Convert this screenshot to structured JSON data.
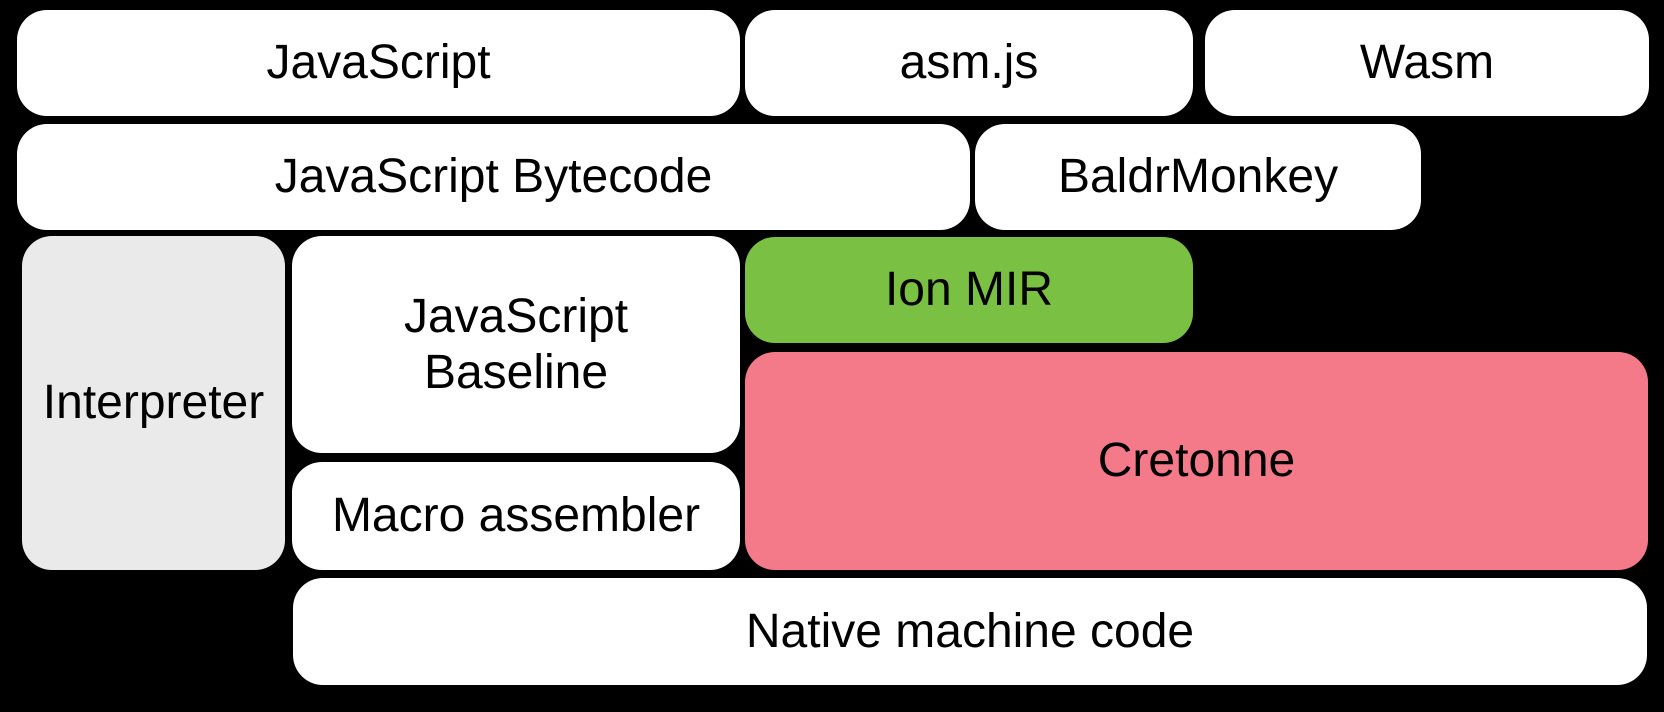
{
  "colors": {
    "background": "#000000",
    "text": "#000000",
    "node_default": "#ffffff",
    "interpreter_gray": "#eaeaea",
    "ion_green": "#7ac143",
    "cretonne_pink": "#f47a8a"
  },
  "nodes": {
    "javascript": {
      "label": "JavaScript",
      "color": "#ffffff"
    },
    "asmjs": {
      "label": "asm.js",
      "color": "#ffffff"
    },
    "wasm": {
      "label": "Wasm",
      "color": "#ffffff"
    },
    "javascript_bytecode": {
      "label": "JavaScript Bytecode",
      "color": "#ffffff"
    },
    "baldrmonkey": {
      "label": "BaldrMonkey",
      "color": "#ffffff"
    },
    "interpreter": {
      "label": "Interpreter",
      "color": "#eaeaea"
    },
    "javascript_baseline": {
      "label": "JavaScript Baseline",
      "color": "#ffffff"
    },
    "ion_mir": {
      "label": "Ion MIR",
      "color": "#7ac143"
    },
    "cretonne": {
      "label": "Cretonne",
      "color": "#f47a8a"
    },
    "macro_assembler": {
      "label": "Macro assembler",
      "color": "#ffffff"
    },
    "native_machine_code": {
      "label": "Native machine code",
      "color": "#ffffff"
    }
  }
}
